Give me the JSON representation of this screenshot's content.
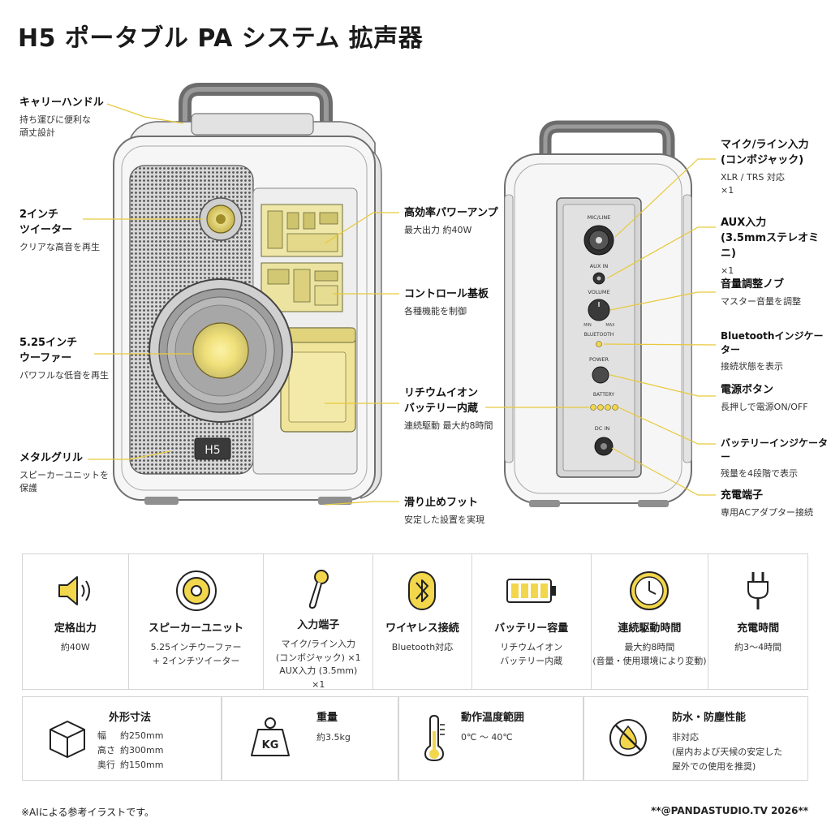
{
  "title": "H5 ポータブル PA システム 拡声器",
  "left_callouts": [
    {
      "title": "キャリーハンドル",
      "desc": "持ち運びに便利な\n頑丈設計"
    },
    {
      "title": "2インチ\nツイーター",
      "desc": "クリアな高音を再生"
    },
    {
      "title": "5.25インチ\nウーファー",
      "desc": "パワフルな低音を再生"
    },
    {
      "title": "メタルグリル",
      "desc": "スピーカーユニットを\n保護"
    }
  ],
  "middle_callouts": [
    {
      "title": "高効率パワーアンプ",
      "desc": "最大出力 約40W"
    },
    {
      "title": "コントロール基板",
      "desc": "各種機能を制御"
    },
    {
      "title": "リチウムイオン\nバッテリー内蔵",
      "desc": "連続駆動 最大約8時間"
    },
    {
      "title": "滑り止めフット",
      "desc": "安定した設置を実現"
    }
  ],
  "right_callouts": [
    {
      "title": "マイク/ライン入力\n(コンボジャック)",
      "desc": "XLR / TRS 対応\n×1"
    },
    {
      "title": "AUX入力\n(3.5mmステレオミニ)",
      "desc": "×1"
    },
    {
      "title": "音量調整ノブ",
      "desc": "マスター音量を調整"
    },
    {
      "title": "Bluetoothインジケーター",
      "desc": "接続状態を表示"
    },
    {
      "title": "電源ボタン",
      "desc": "長押しで電源ON/OFF"
    },
    {
      "title": "バッテリーインジケーター",
      "desc": "残量を4段階で表示"
    },
    {
      "title": "充電端子",
      "desc": "専用ACアダプター接続"
    }
  ],
  "device": {
    "badge": "H5",
    "panel_labels": {
      "mic_line": "MIC/LINE",
      "aux_in": "AUX IN",
      "volume": "VOLUME",
      "min": "MIN",
      "max": "MAX",
      "bluetooth": "BLUETOOTH",
      "power": "POWER",
      "battery": "BATTERY",
      "dc_in": "DC IN"
    }
  },
  "specs_row1": [
    {
      "icon": "speaker-volume-icon",
      "title": "定格出力",
      "value": "約40W"
    },
    {
      "icon": "speaker-unit-icon",
      "title": "スピーカーユニット",
      "value": "5.25インチウーファー\n+ 2インチツイーター"
    },
    {
      "icon": "microphone-icon",
      "title": "入力端子",
      "value": "マイク/ライン入力\n(コンボジャック) ×1\nAUX入力 (3.5mm)\n×1"
    },
    {
      "icon": "bluetooth-icon",
      "title": "ワイヤレス接続",
      "value": "Bluetooth対応"
    },
    {
      "icon": "battery-icon",
      "title": "バッテリー容量",
      "value": "リチウムイオン\nバッテリー内蔵"
    },
    {
      "icon": "clock-icon",
      "title": "連続駆動時間",
      "value": "最大約8時間\n(音量・使用環境により変動)"
    },
    {
      "icon": "plug-icon",
      "title": "充電時間",
      "value": "約3〜4時間"
    }
  ],
  "specs_row2": {
    "dimensions": {
      "icon": "cube-icon",
      "title": "外形寸法",
      "rows": [
        {
          "label": "幅",
          "value": "約250mm"
        },
        {
          "label": "高さ",
          "value": "約300mm"
        },
        {
          "label": "奥行",
          "value": "約150mm"
        }
      ]
    },
    "weight": {
      "icon": "weight-icon",
      "icon_text": "KG",
      "title": "重量",
      "value": "約3.5kg"
    },
    "temperature": {
      "icon": "thermometer-icon",
      "title": "動作温度範囲",
      "value": "0℃ 〜 40℃"
    },
    "waterproof": {
      "icon": "no-water-icon",
      "title": "防水・防塵性能",
      "value": "非対応\n(屋内および天候の安定した\n屋外での使用を推奨)"
    }
  },
  "footer": {
    "left": "※AIによる参考イラストです。",
    "right": "**@PANDASTUDIO.TV 2026**"
  },
  "colors": {
    "accent_yellow": "#f2d64b",
    "line_yellow": "#e8c93c",
    "glow_yellow": "#f7ee9e",
    "body_outline": "#6f6f6f",
    "handle_gray": "#777777",
    "panel_gray": "#d9d9d9"
  }
}
